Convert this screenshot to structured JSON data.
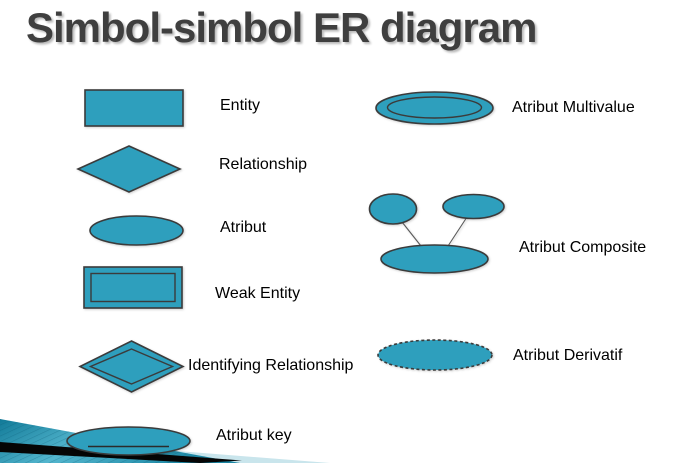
{
  "slide": {
    "title": "Simbol-simbol ER diagram"
  },
  "symbols": {
    "entity": {
      "label": "Entity",
      "shape": "rectangle"
    },
    "relationship": {
      "label": "Relationship",
      "shape": "diamond"
    },
    "atribut": {
      "label": "Atribut",
      "shape": "ellipse"
    },
    "weak_entity": {
      "label": "Weak Entity",
      "shape": "double-rectangle"
    },
    "identifying_relationship": {
      "label": "Identifying Relationship",
      "shape": "double-diamond"
    },
    "atribut_key": {
      "label": "Atribut key",
      "shape": "ellipse-with-underline"
    },
    "atribut_multivalue": {
      "label": "Atribut Multivalue",
      "shape": "double-ellipse"
    },
    "atribut_composite": {
      "label": "Atribut Composite",
      "shape": "ellipse-with-two-sub-ellipses"
    },
    "atribut_derivatif": {
      "label": "Atribut Derivatif",
      "shape": "dashed-ellipse"
    }
  },
  "colors": {
    "shape_fill": "#2E9FBD",
    "shape_stroke": "#3b3b3b",
    "title_color": "#3f3f3f",
    "label_color": "#000000",
    "corner_teal_dark": "#117a98",
    "corner_teal_light": "#54b6ce",
    "corner_pale": "#c9e5ec",
    "corner_black": "#050505"
  }
}
